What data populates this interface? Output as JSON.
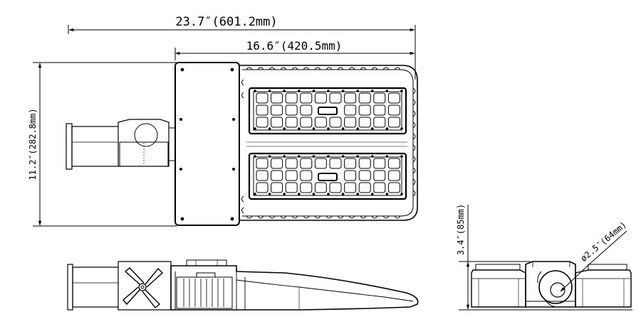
{
  "dimensions": {
    "overall_width": "23.7″(601.2mm)",
    "housing_width": "16.6″(420.5mm)",
    "height": "11.2″(282.8mm)",
    "side_height": "3.4″(85mm)",
    "pole_diameter": "ø2.5″(64mm)"
  },
  "colors": {
    "line": "#000000",
    "background": "#ffffff"
  }
}
